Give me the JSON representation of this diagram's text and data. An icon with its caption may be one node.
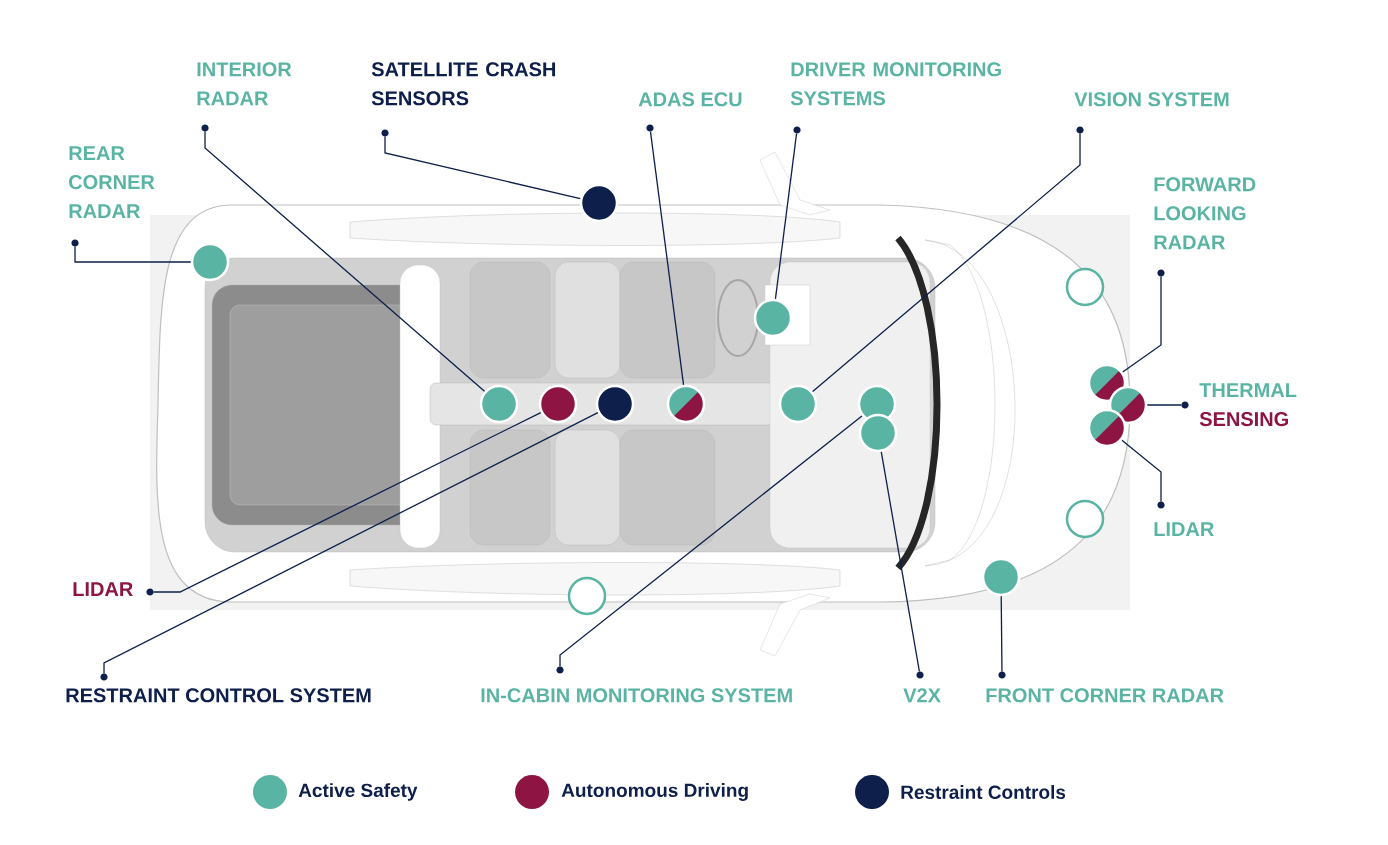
{
  "diagram": {
    "nodes": [
      {
        "text": [
          "INTERIOR RADAR"
        ]
      },
      {
        "text": [
          "SATELLITE CRASH SENSORS"
        ]
      },
      {
        "text": [
          "ADAS ECU"
        ]
      },
      {
        "text": [
          "DRIVER MONITORING SYSTEMS"
        ]
      },
      {
        "text": [
          "VISION SYSTEM"
        ]
      },
      {
        "text": [
          "REAR CORNER RADAR"
        ]
      },
      {
        "text": [
          "FORWARD LOOKING RADAR"
        ]
      },
      {
        "text": [
          "THERMAL",
          "SENSING"
        ]
      },
      {
        "text": [
          "LIDAR"
        ]
      },
      {
        "text": [
          "LIDAR"
        ]
      },
      {
        "text": [
          "RESTRAINT CONTROL SYSTEM"
        ]
      },
      {
        "text": [
          "IN-CABIN MONITORING SYSTEM"
        ]
      },
      {
        "text": [
          "V2X"
        ]
      },
      {
        "text": [
          "FRONT CORNER RADAR"
        ]
      },
      {
        "text": [],
        "shape": "circle"
      },
      {
        "text": [],
        "shape": "circle"
      },
      {
        "text": [],
        "shape": "circle"
      },
      {
        "text": [],
        "shape": "circle"
      },
      {
        "text": [],
        "shape": "circle"
      },
      {
        "text": [],
        "shape": "circle"
      },
      {
        "text": [],
        "shape": "circle"
      },
      {
        "text": [],
        "shape": "circle"
      },
      {
        "text": [],
        "shape": "circle"
      },
      {
        "text": [],
        "shape": "circle"
      },
      {
        "text": [],
        "shape": "circle"
      },
      {
        "text": [],
        "shape": "circle"
      },
      {
        "text": [],
        "shape": "circle"
      },
      {
        "text": [],
        "shape": "circle"
      },
      {
        "text": [],
        "shape": "circle"
      },
      {
        "text": [],
        "shape": "circle"
      },
      {
        "text": [],
        "shape": "circle"
      }
    ],
    "edges": [
      {
        "from": 0,
        "to": 19,
        "arrow": "none"
      },
      {
        "from": 1,
        "to": 14,
        "arrow": "none"
      },
      {
        "from": 2,
        "to": 22,
        "arrow": "none"
      },
      {
        "from": 3,
        "to": 17,
        "arrow": "none"
      },
      {
        "from": 4,
        "to": 23,
        "arrow": "none"
      },
      {
        "from": 5,
        "to": 15,
        "arrow": "none"
      },
      {
        "from": 6,
        "to": 18,
        "arrow": "none"
      },
      {
        "from": 7,
        "to": 25,
        "arrow": "none"
      },
      {
        "from": 8,
        "to": 26,
        "arrow": "none"
      },
      {
        "from": 9,
        "to": 20,
        "arrow": "none"
      },
      {
        "from": 10,
        "to": 21,
        "arrow": "none"
      },
      {
        "from": 11,
        "to": 24,
        "arrow": "none"
      },
      {
        "from": 12,
        "to": 27,
        "arrow": "none"
      },
      {
        "from": 13,
        "to": 29,
        "arrow": "none"
      }
    ],
    "legend": [
      {
        "text": "Active Safety",
        "color": "#5ab4a4"
      },
      {
        "text": "Autonomous Driving",
        "color": "#8e1444"
      },
      {
        "text": "Restraint Controls",
        "color": "#0d1f4a"
      }
    ]
  }
}
